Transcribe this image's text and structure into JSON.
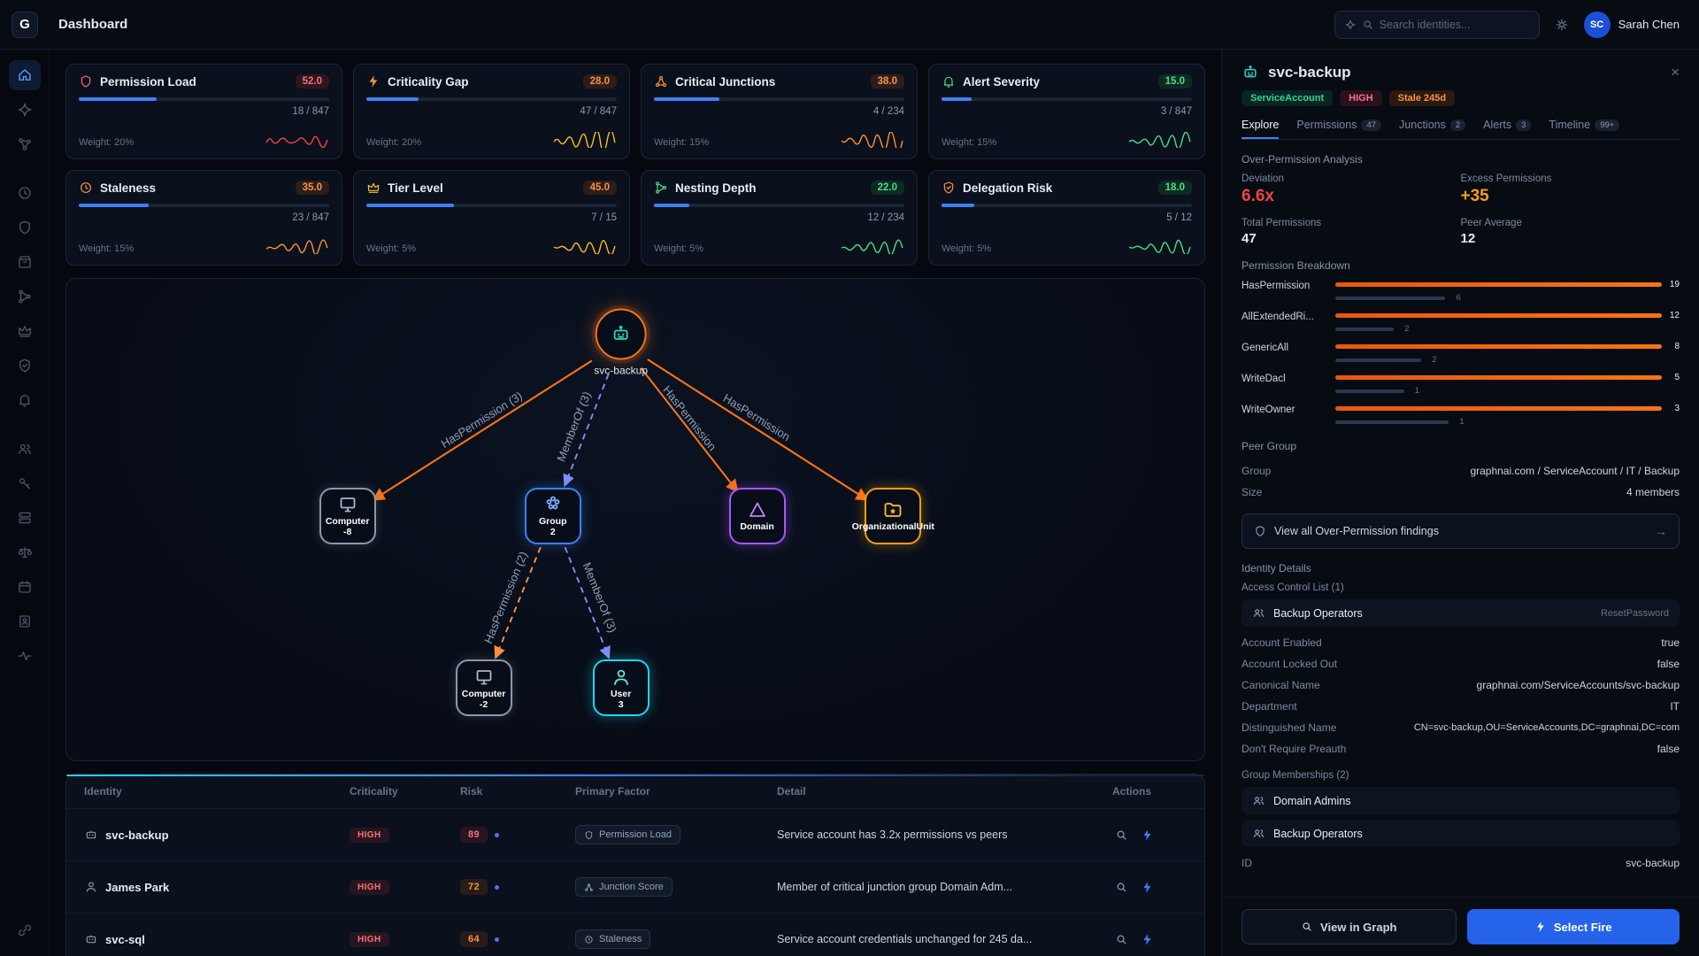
{
  "colors": {
    "accent_blue": "#3b82f6",
    "accent_orange": "#f97316",
    "risk_red": "#ef4444",
    "ok_green": "#4ade80"
  },
  "topbar": {
    "logo": "G",
    "title": "Dashboard",
    "search_placeholder": "Search identities...",
    "user_initials": "SC",
    "user_name": "Sarah Chen"
  },
  "sidebar": {
    "icons": [
      "home",
      "explore",
      "graph",
      "history",
      "shield",
      "archive",
      "flow",
      "crown",
      "shield-check",
      "alerts",
      "users",
      "key",
      "servers",
      "scales",
      "calendar",
      "id-badge",
      "activity",
      "link"
    ]
  },
  "cards": [
    {
      "title": "Permission Load",
      "score": "52.0",
      "progress": 31,
      "count": "18 / 847",
      "weight": "Weight: 20%",
      "spark": "#ef4444"
    },
    {
      "title": "Criticality Gap",
      "score": "28.0",
      "progress": 21,
      "count": "47 / 847",
      "weight": "Weight: 20%",
      "spark": "#fbbf24"
    },
    {
      "title": "Critical Junctions",
      "score": "38.0",
      "progress": 26,
      "count": "4 / 234",
      "weight": "Weight: 15%",
      "spark": "#fb923c"
    },
    {
      "title": "Alert Severity",
      "score": "15.0",
      "progress": 12,
      "count": "3 / 847",
      "weight": "Weight: 15%",
      "spark": "#4ade80"
    },
    {
      "title": "Staleness",
      "score": "35.0",
      "progress": 28,
      "count": "23 / 847",
      "weight": "Weight: 15%",
      "spark": "#fb923c"
    },
    {
      "title": "Tier Level",
      "score": "45.0",
      "progress": 35,
      "count": "7 / 15",
      "weight": "Weight: 5%",
      "spark": "#fbbf24"
    },
    {
      "title": "Nesting Depth",
      "score": "22.0",
      "progress": 14,
      "count": "12 / 234",
      "weight": "Weight: 5%",
      "spark": "#4ade80"
    },
    {
      "title": "Delegation Risk",
      "score": "18.0",
      "progress": 13,
      "count": "5 / 12",
      "weight": "Weight: 5%",
      "spark": "#4ade80"
    }
  ],
  "graph": {
    "center": {
      "label": "svc-backup"
    },
    "nodes": [
      {
        "line1": "Computer",
        "line2": "-8"
      },
      {
        "line1": "Group",
        "line2": "2"
      },
      {
        "line1": "Domain",
        "line2": ""
      },
      {
        "line1": "OrganizationalUnit",
        "line2": ""
      },
      {
        "line1": "Computer",
        "line2": "-2"
      },
      {
        "line1": "User",
        "line2": "3"
      }
    ],
    "edges": [
      {
        "label": "HasPermission (3)"
      },
      {
        "label": "MemberOf (3)"
      },
      {
        "label": "HasPermission"
      },
      {
        "label": "HasPermission"
      },
      {
        "label": "HasPermission (2)"
      },
      {
        "label": "MemberOf (3)"
      }
    ]
  },
  "table": {
    "headers": [
      "Identity",
      "Criticality",
      "Risk",
      "Primary Factor",
      "Detail",
      "Actions"
    ],
    "rows": [
      {
        "name": "svc-backup",
        "criticality": "HIGH",
        "risk": "89",
        "factor": "Permission Load",
        "detail": "Service account has 3.2x permissions vs peers"
      },
      {
        "name": "James Park",
        "criticality": "HIGH",
        "risk": "72",
        "factor": "Junction Score",
        "detail": "Member of critical junction group Domain Adm..."
      },
      {
        "name": "svc-sql",
        "criticality": "HIGH",
        "risk": "64",
        "factor": "Staleness",
        "detail": "Service account credentials unchanged for 245 da..."
      }
    ]
  },
  "panel": {
    "title": "svc-backup",
    "badges": [
      {
        "label": "ServiceAccount"
      },
      {
        "label": "HIGH"
      },
      {
        "label": "Stale 245d"
      }
    ],
    "tabs": [
      {
        "label": "Explore"
      },
      {
        "label": "Permissions",
        "count": "47"
      },
      {
        "label": "Junctions",
        "count": "2"
      },
      {
        "label": "Alerts",
        "count": "3"
      },
      {
        "label": "Timeline",
        "count": "99+"
      }
    ],
    "overperm": {
      "heading": "Over-Permission Analysis",
      "deviation_label": "Deviation",
      "deviation": "6.6x",
      "excess_label": "Excess Permissions",
      "excess": "+35",
      "total_label": "Total Permissions",
      "total": "47",
      "peer_label": "Peer Average",
      "peer": "12"
    },
    "breakdown": {
      "heading": "Permission Breakdown",
      "rows": [
        {
          "label": "HasPermission",
          "value": "19",
          "peer": "6",
          "peer_pct": 32
        },
        {
          "label": "AllExtendedRi...",
          "value": "12",
          "peer": "2",
          "peer_pct": 17
        },
        {
          "label": "GenericAll",
          "value": "8",
          "peer": "2",
          "peer_pct": 25
        },
        {
          "label": "WriteDacl",
          "value": "5",
          "peer": "1",
          "peer_pct": 20
        },
        {
          "label": "WriteOwner",
          "value": "3",
          "peer": "1",
          "peer_pct": 33
        }
      ]
    },
    "peer_group": {
      "heading": "Peer Group",
      "group_label": "Group",
      "group_value": "graphnai.com / ServiceAccount / IT / Backup",
      "size_label": "Size",
      "size_value": "4 members"
    },
    "findings_label": "View all Over-Permission findings",
    "identity": {
      "heading": "Identity Details",
      "acl_heading": "Access Control List (1)",
      "acl_name": "Backup Operators",
      "acl_right": "ResetPassword",
      "fields": [
        {
          "label": "Account Enabled",
          "value": "true"
        },
        {
          "label": "Account Locked Out",
          "value": "false"
        },
        {
          "label": "Canonical Name",
          "value": "graphnai.com/ServiceAccounts/svc-backup"
        },
        {
          "label": "Department",
          "value": "IT"
        },
        {
          "label": "Distinguished Name",
          "value": "CN=svc-backup,OU=ServiceAccounts,DC=graphnai,DC=com"
        },
        {
          "label": "Don't Require Preauth",
          "value": "false"
        }
      ],
      "groups_heading": "Group Memberships (2)",
      "groups": [
        {
          "name": "Domain Admins"
        },
        {
          "name": "Backup Operators"
        }
      ],
      "id_label": "ID",
      "id_value": "svc-backup"
    },
    "footer": {
      "view_in_graph": "View in Graph",
      "select_fire": "Select Fire"
    }
  }
}
